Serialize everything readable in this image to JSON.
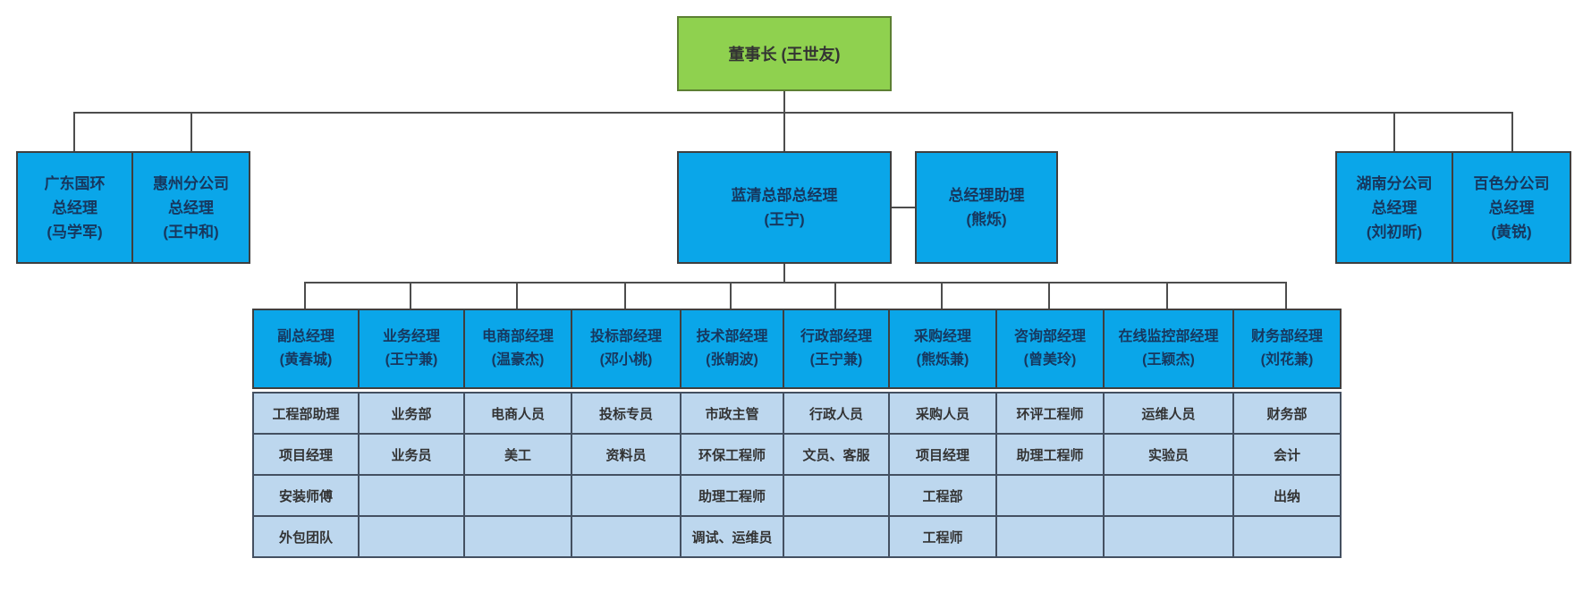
{
  "colors": {
    "chairman_green": "#8fd14f",
    "executive_blue": "#0aa6e9",
    "staff_light_blue": "#bdd7ee",
    "box_text_navy": "#17375e",
    "connector_gray": "#4d4d4d"
  },
  "chairman": {
    "label": "董事长 (王世友)"
  },
  "executives": [
    {
      "lines": [
        "广东国环",
        "总经理",
        "(马学军)"
      ]
    },
    {
      "lines": [
        "惠州分公司",
        "总经理",
        "(王中和)"
      ]
    },
    {
      "lines": [
        "蓝清总部总经理",
        "(王宁)"
      ]
    },
    {
      "lines": [
        "总经理助理",
        "(熊烁)"
      ]
    },
    {
      "lines": [
        "湖南分公司",
        "总经理",
        "(刘初昕)"
      ]
    },
    {
      "lines": [
        "百色分公司",
        "总经理",
        "(黄锐)"
      ]
    }
  ],
  "departments": [
    {
      "title": "副总经理",
      "name": "(黄春城)",
      "staff": [
        "工程部助理",
        "项目经理",
        "安装师傅",
        "外包团队"
      ]
    },
    {
      "title": "业务经理",
      "name": "(王宁兼)",
      "staff": [
        "业务部",
        "业务员",
        "",
        ""
      ]
    },
    {
      "title": "电商部经理",
      "name": "(温豪杰)",
      "staff": [
        "电商人员",
        "美工",
        "",
        ""
      ]
    },
    {
      "title": "投标部经理",
      "name": "(邓小桃)",
      "staff": [
        "投标专员",
        "资料员",
        "",
        ""
      ]
    },
    {
      "title": "技术部经理",
      "name": "(张朝波)",
      "staff": [
        "市政主管",
        "环保工程师",
        "助理工程师",
        "调试、运维员"
      ]
    },
    {
      "title": "行政部经理",
      "name": "(王宁兼)",
      "staff": [
        "行政人员",
        "文员、客服",
        "",
        ""
      ]
    },
    {
      "title": "采购经理",
      "name": "(熊烁兼)",
      "staff": [
        "采购人员",
        "项目经理",
        "工程部",
        "工程师"
      ]
    },
    {
      "title": "咨询部经理",
      "name": "(曾美玲)",
      "staff": [
        "环评工程师",
        "助理工程师",
        "",
        ""
      ]
    },
    {
      "title": "在线监控部经理",
      "name": "(王颖杰)",
      "staff": [
        "运维人员",
        "实验员",
        "",
        ""
      ]
    },
    {
      "title": "财务部经理",
      "name": "(刘花兼)",
      "staff": [
        "财务部",
        "会计",
        "出纳",
        ""
      ]
    }
  ]
}
